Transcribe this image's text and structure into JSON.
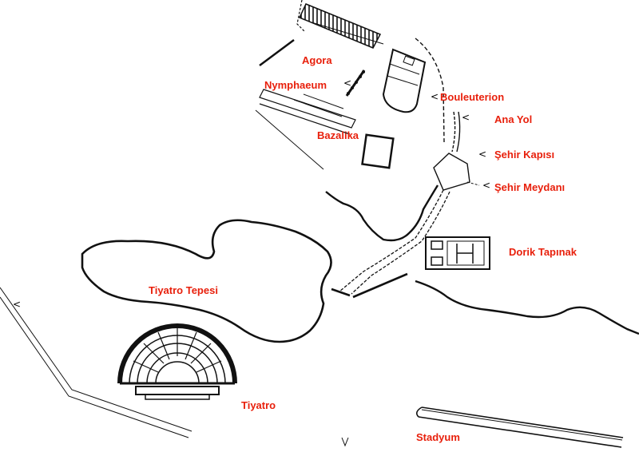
{
  "label_color": "#e8200c",
  "line_color": "#111111",
  "labels": {
    "agora": "Agora",
    "nymphaeum": "Nymphaeum",
    "bouleuterion": "Bouleuterion",
    "ana_yol": "Ana Yol",
    "bazalika": "Bazalika",
    "sehir_kapisi": "Şehir Kapısı",
    "sehir_meydani": "Şehir Meydanı",
    "dorik_tapinak": "Dorik Tapınak",
    "tiyatro_tepesi": "Tiyatro Tepesi",
    "tiyatro": "Tiyatro",
    "stadyum": "Stadyum"
  },
  "pointer_glyph": "<"
}
